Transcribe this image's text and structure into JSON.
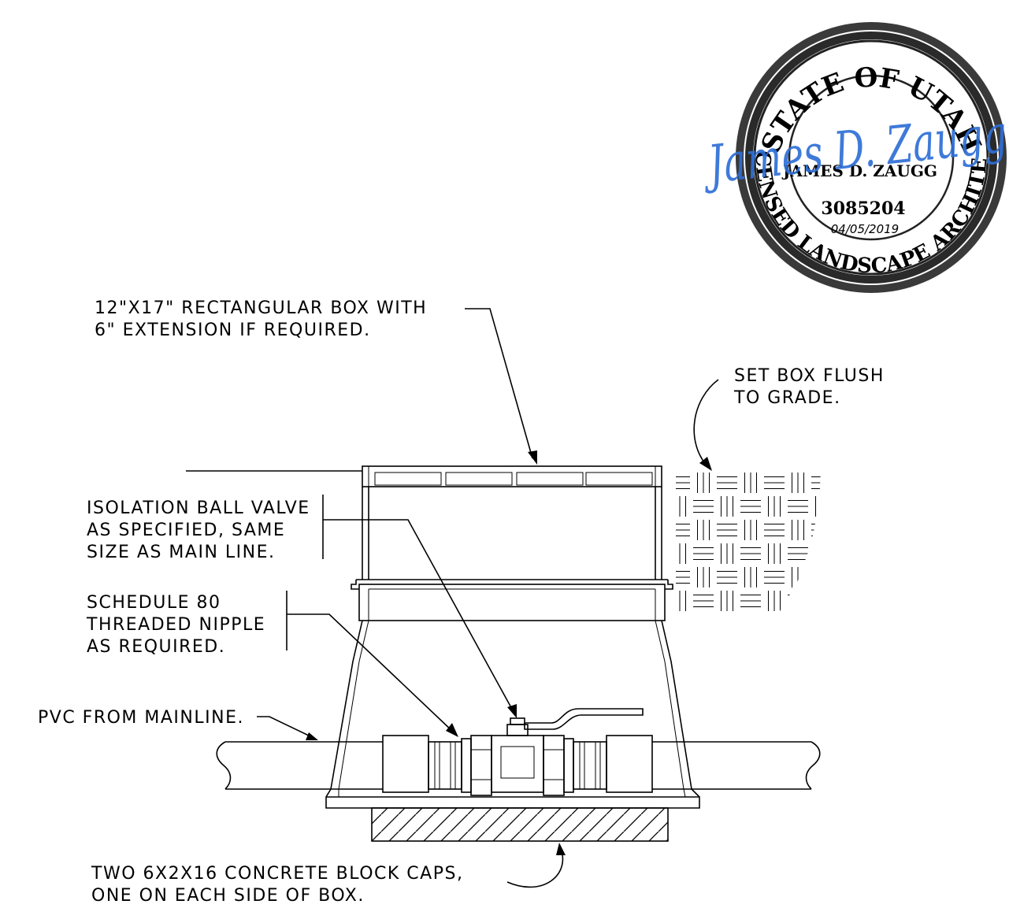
{
  "notes": {
    "box": [
      "12\"X17\" RECTANGULAR BOX WITH",
      "6\" EXTENSION IF REQUIRED."
    ],
    "flush": [
      "SET BOX FLUSH",
      "TO GRADE."
    ],
    "valve": [
      "ISOLATION BALL VALVE",
      "AS SPECIFIED, SAME",
      "SIZE AS MAIN LINE."
    ],
    "nipple": [
      "SCHEDULE 80",
      "THREADED NIPPLE",
      "AS REQUIRED."
    ],
    "pvc": "PVC FROM MAINLINE.",
    "block": [
      "TWO 6X2X16 CONCRETE BLOCK CAPS,",
      "ONE ON EACH SIDE OF BOX."
    ]
  },
  "seal": {
    "top_text": "STATE OF UTAH",
    "bottom_text": "LICENSED LANDSCAPE ARCHITECT",
    "signature": "James D. Zaugg",
    "name": "JAMES D. ZAUGG",
    "license_number": "3085204",
    "date": "04/05/2019"
  },
  "colors": {
    "ink": "#000000",
    "signature": "#2f6fd6",
    "seal_ring": "#3a3a3a"
  }
}
